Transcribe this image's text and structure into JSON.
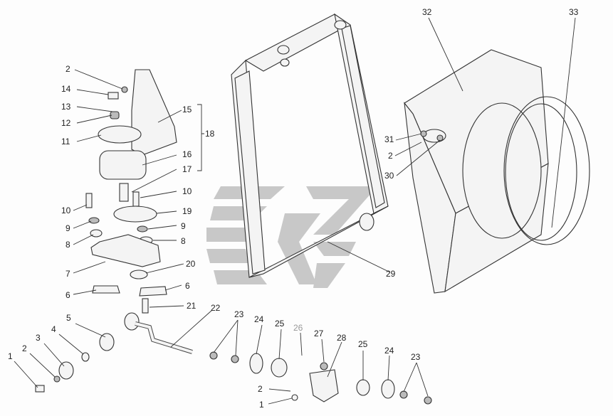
{
  "diagram": {
    "type": "exploded parts diagram",
    "callouts": [
      "2",
      "14",
      "13",
      "12",
      "11",
      "15",
      "18",
      "16",
      "17",
      "10",
      "10",
      "19",
      "9",
      "9",
      "8",
      "8",
      "7",
      "20",
      "6",
      "6",
      "21",
      "22",
      "23",
      "24",
      "25",
      "26",
      "27",
      "28",
      "25",
      "24",
      "23",
      "5",
      "4",
      "3",
      "2",
      "1",
      "2",
      "1",
      "32",
      "33",
      "31",
      "2",
      "30",
      "29"
    ]
  },
  "colors": {
    "line": "#333333",
    "watermark": "#c8c8c8",
    "background": "#fdfdfd"
  }
}
